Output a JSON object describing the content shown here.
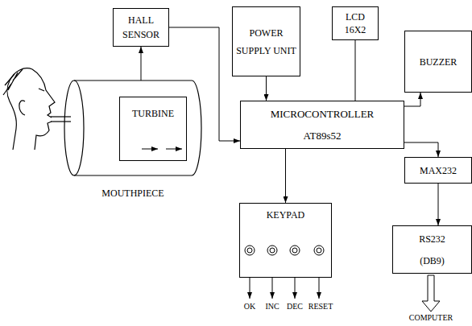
{
  "diagram": {
    "nodes": [
      {
        "text": [
          "HALL SENSOR"
        ]
      },
      {
        "text": [
          "POWER SUPPLY UNIT"
        ]
      },
      {
        "text": [
          "LCD 16X2"
        ]
      },
      {
        "text": [
          "BUZZER"
        ]
      },
      {
        "text": [
          "MOUTHPIECE"
        ]
      },
      {
        "text": [
          "TURBINE"
        ],
        "in": 4
      },
      {
        "text": [
          "MICROCONTROLLER",
          "AT89s52"
        ]
      },
      {
        "text": [
          "MAX232"
        ]
      },
      {
        "text": [
          "KEYPAD"
        ]
      },
      {
        "text": [
          "RS232",
          "(DB9)"
        ]
      }
    ],
    "edges": [
      {
        "from": 4,
        "to": 0,
        "arrow": "to"
      },
      {
        "from": 0,
        "to": 6,
        "arrow": "to"
      },
      {
        "from": 1,
        "to": 6,
        "arrow": "to"
      },
      {
        "from": 2,
        "to": 6,
        "arrow": "none"
      },
      {
        "from": 6,
        "to": 3,
        "arrow": "to"
      },
      {
        "from": 6,
        "to": 7,
        "arrow": "to"
      },
      {
        "from": 6,
        "to": 8,
        "arrow": "to"
      },
      {
        "from": 7,
        "to": 9,
        "arrow": "to"
      }
    ],
    "labels": [
      "OK",
      "INC",
      "DEC",
      "RESET",
      "COMPUTER"
    ]
  }
}
